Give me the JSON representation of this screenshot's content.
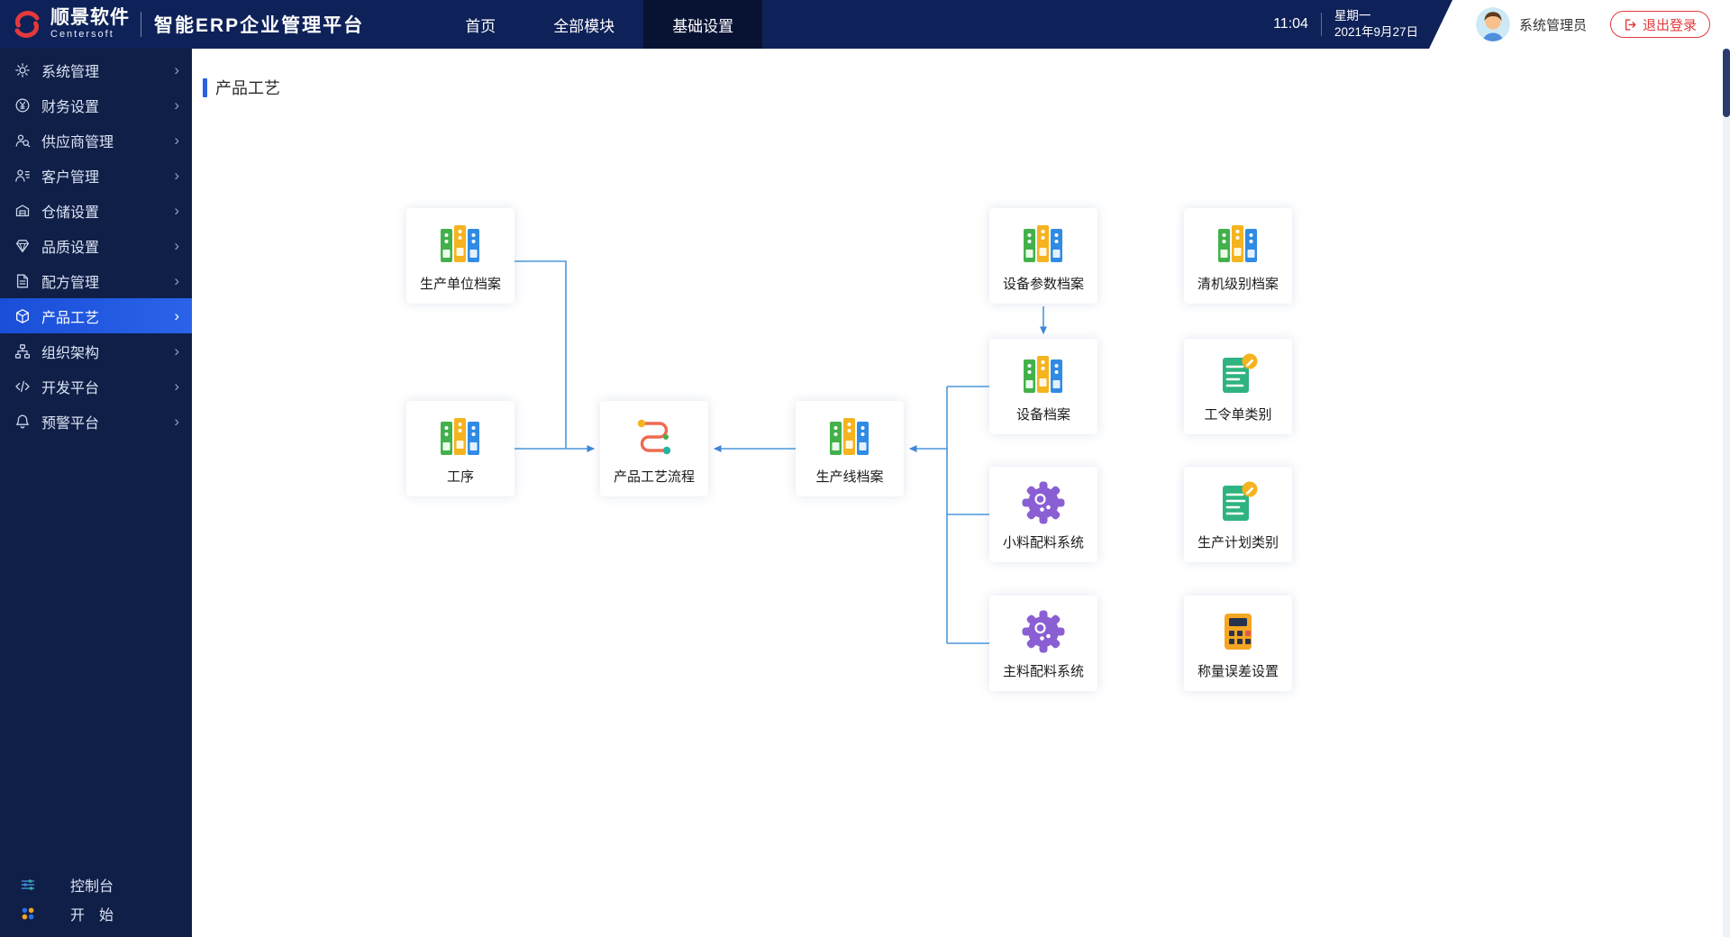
{
  "header": {
    "brand": "顺景软件",
    "brand_sub": "Centersoft",
    "app_title": "智能ERP企业管理平台",
    "nav": [
      {
        "label": "首页",
        "active": false
      },
      {
        "label": "全部模块",
        "active": false
      },
      {
        "label": "基础设置",
        "active": true
      }
    ],
    "clock": {
      "time": "11:04",
      "weekday": "星期一",
      "date": "2021年9月27日"
    },
    "user": {
      "name": "系统管理员",
      "logout_label": "退出登录"
    }
  },
  "sidebar": {
    "items": [
      {
        "label": "系统管理",
        "icon": "gear-icon"
      },
      {
        "label": "财务设置",
        "icon": "finance-icon"
      },
      {
        "label": "供应商管理",
        "icon": "supplier-icon"
      },
      {
        "label": "客户管理",
        "icon": "customer-icon"
      },
      {
        "label": "仓储设置",
        "icon": "warehouse-icon"
      },
      {
        "label": "品质设置",
        "icon": "quality-icon"
      },
      {
        "label": "配方管理",
        "icon": "recipe-icon"
      },
      {
        "label": "产品工艺",
        "icon": "product-icon",
        "active": true
      },
      {
        "label": "组织架构",
        "icon": "org-icon"
      },
      {
        "label": "开发平台",
        "icon": "dev-icon"
      },
      {
        "label": "预警平台",
        "icon": "alert-icon"
      }
    ],
    "footer": {
      "console": "控制台",
      "start": "开　始"
    }
  },
  "page": {
    "title": "产品工艺"
  },
  "diagram": {
    "nodes": [
      {
        "label": "生产单位档案",
        "icon": "archive-binders-icon"
      },
      {
        "label": "工序",
        "icon": "archive-binders-icon"
      },
      {
        "label": "产品工艺流程",
        "icon": "process-flow-icon"
      },
      {
        "label": "生产线档案",
        "icon": "archive-binders-icon"
      },
      {
        "label": "设备参数档案",
        "icon": "archive-binders-icon"
      },
      {
        "label": "设备档案",
        "icon": "archive-binders-icon"
      },
      {
        "label": "小料配料系统",
        "icon": "gear-system-icon"
      },
      {
        "label": "主料配料系统",
        "icon": "gear-system-icon"
      },
      {
        "label": "清机级别档案",
        "icon": "archive-binders-icon"
      },
      {
        "label": "工令单类别",
        "icon": "worksheet-icon"
      },
      {
        "label": "生产计划类别",
        "icon": "worksheet-icon"
      },
      {
        "label": "称量误差设置",
        "icon": "calculator-icon"
      }
    ],
    "edges": [
      {
        "from": "生产单位档案",
        "to": "产品工艺流程"
      },
      {
        "from": "工序",
        "to": "产品工艺流程"
      },
      {
        "from": "生产线档案",
        "to": "产品工艺流程"
      },
      {
        "from": "设备参数档案",
        "to": "设备档案"
      },
      {
        "from": "设备档案",
        "to": "生产线档案"
      },
      {
        "from": "小料配料系统",
        "to": "生产线档案"
      },
      {
        "from": "主料配料系统",
        "to": "生产线档案"
      }
    ]
  },
  "colors": {
    "header_bg": "#0e2158",
    "sidebar_bg": "#101f47",
    "active_item_blue": "#1f56dd",
    "accent_blue": "#2a62e0",
    "brand_red": "#e4393c",
    "edge_blue": "#4a97dc"
  }
}
